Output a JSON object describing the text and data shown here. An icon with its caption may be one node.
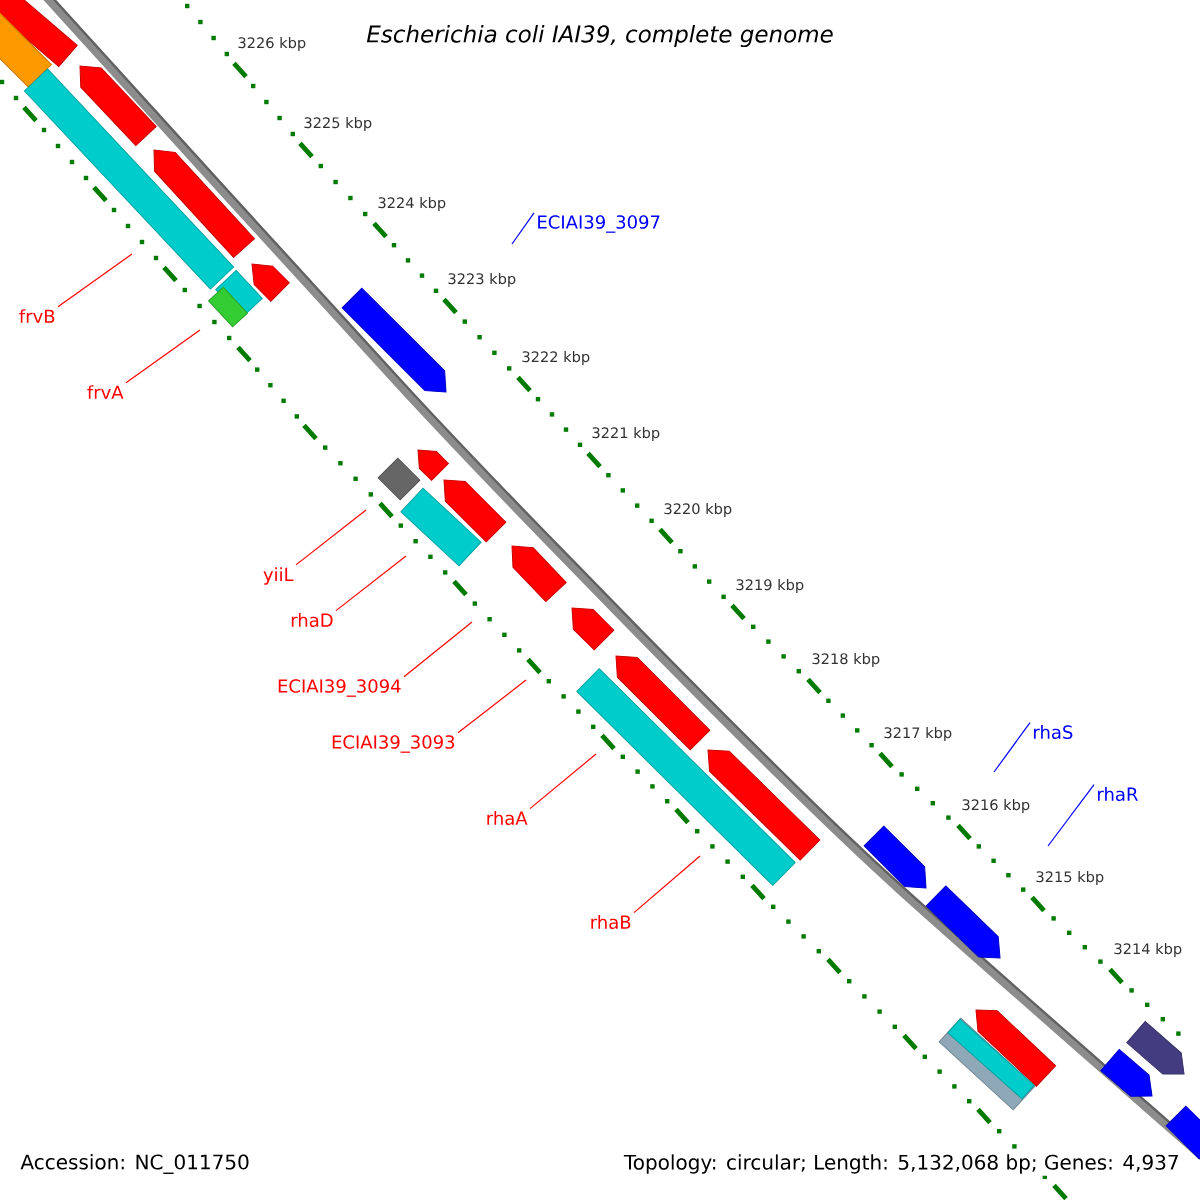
{
  "diagram": {
    "title": "Escherichia coli IAI39, complete genome",
    "nodes": [
      {
        "text": [
          "ECIAI39_3097"
        ]
      },
      {
        "text": [
          "frvB"
        ]
      },
      {
        "text": [
          "frvA"
        ]
      },
      {
        "text": [
          "yiiL"
        ]
      },
      {
        "text": [
          "rhaD"
        ]
      },
      {
        "text": [
          "ECIAI39_3094"
        ]
      },
      {
        "text": [
          "rhaS"
        ]
      },
      {
        "text": [
          "ECIAI39_3093"
        ]
      },
      {
        "text": [
          "rhaR"
        ]
      },
      {
        "text": [
          "rhaA"
        ]
      },
      {
        "text": [
          "rhaB"
        ]
      }
    ],
    "edges": [
      {
        "from": 0,
        "to": null,
        "arrow": "none",
        "color": "#0000ff"
      },
      {
        "from": 1,
        "to": null,
        "arrow": "none"
      },
      {
        "from": 2,
        "to": null,
        "arrow": "none"
      },
      {
        "from": 3,
        "to": null,
        "arrow": "none"
      },
      {
        "from": 4,
        "to": null,
        "arrow": "none"
      },
      {
        "from": 5,
        "to": null,
        "arrow": "none"
      },
      {
        "from": 6,
        "to": null,
        "arrow": "none",
        "color": "#0000ff"
      },
      {
        "from": 7,
        "to": null,
        "arrow": "none"
      },
      {
        "from": 8,
        "to": null,
        "arrow": "none",
        "color": "#0000ff"
      },
      {
        "from": 9,
        "to": null,
        "arrow": "none"
      },
      {
        "from": 10,
        "to": null,
        "arrow": "none"
      }
    ],
    "labels": [
      "3226 kbp",
      "3225 kbp",
      "3224 kbp",
      "3223 kbp",
      "3222 kbp",
      "3221 kbp",
      "3220 kbp",
      "3219 kbp",
      "3218 kbp",
      "3217 kbp",
      "3216 kbp",
      "3215 kbp",
      "3214 kbp",
      "Accession: NC_011750",
      "Topology: circular; Length: 5,132,068 bp; Genes: 4,937"
    ]
  }
}
